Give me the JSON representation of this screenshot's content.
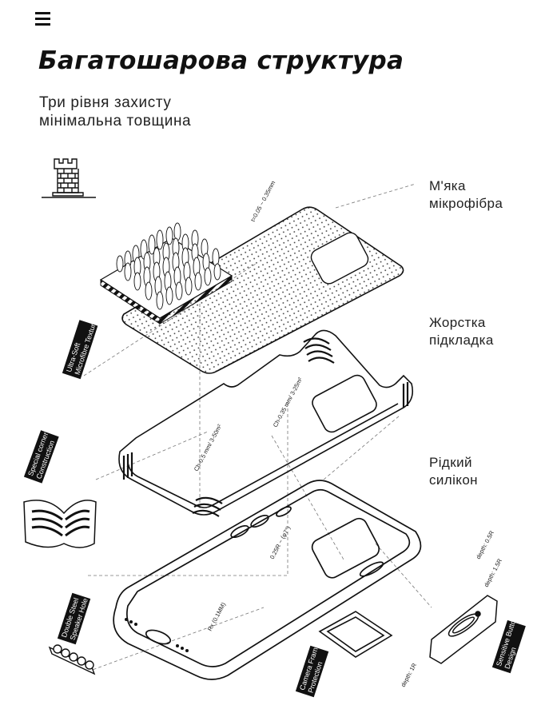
{
  "header": {
    "menu_icon": "hamburger-menu-icon",
    "title": "Багатошарова структура",
    "subtitle_lines": [
      "Три рівня захисту",
      "мінімальна товщина"
    ]
  },
  "badge_icon": "castle-tower-icon",
  "layers": {
    "microfiber": [
      "М'яка",
      "мікрофібра"
    ],
    "rigid": [
      "Жорстка",
      "підкладка"
    ],
    "silicone": [
      "Рідкий",
      "силікон"
    ]
  },
  "callouts": {
    "microfiber_texture": [
      "Ultra-Soft",
      "Microfibre Texture"
    ],
    "corner": [
      "Special corner",
      "Construction"
    ],
    "speaker": [
      "Double Steel",
      "Speaker Hole"
    ],
    "camera": [
      "Camera Frame",
      "Protection"
    ],
    "button": [
      "Sensitive Button",
      "Design"
    ]
  },
  "dimension_labels": {
    "microfiber_thickness": "t=0.05 ~ 0.35mm",
    "rigid_top": "Ch-0.35 mm/  3-25m²",
    "rigid_side": "Ch-0.5 mm/  3-50m²",
    "silicone_depth": "0.25R ~ (φ7°)",
    "silicone_bottom": "Rx (0.1MM)",
    "button_depth_top": "depth: 0.5R",
    "button_depth_mid": "depth: 1.5R",
    "button_depth_bottom": "depth: 1R"
  },
  "colors": {
    "ink": "#111111",
    "background": "#ffffff"
  }
}
